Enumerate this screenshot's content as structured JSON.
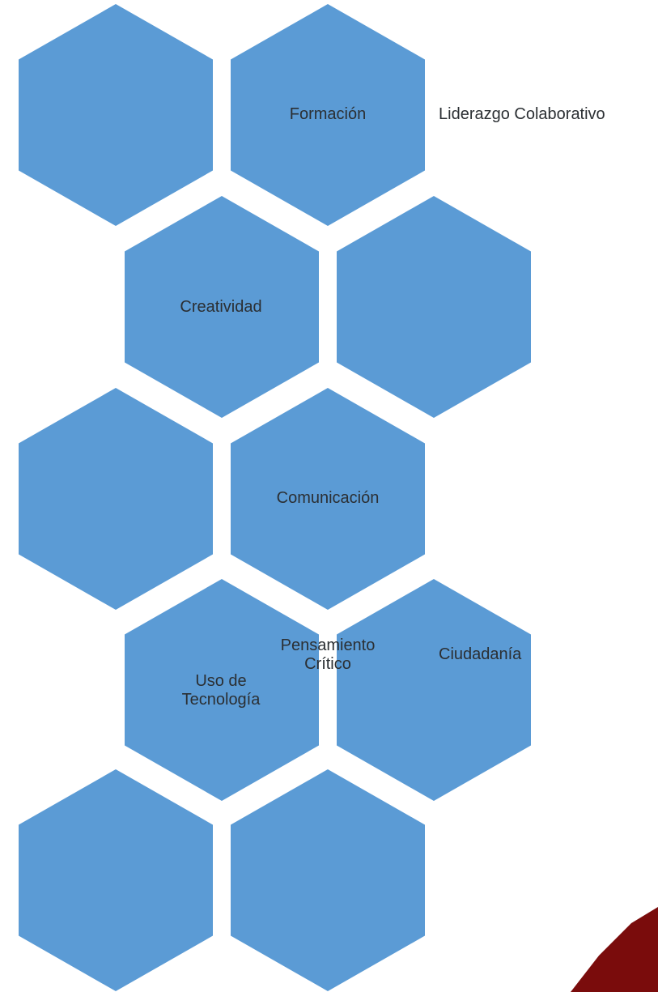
{
  "hex_fill": "#5b9bd5",
  "accent_dark_red": "#7a0c0c",
  "hexagons": [
    {
      "label": ""
    },
    {
      "label": "Formación"
    },
    {
      "label": "Creatividad"
    },
    {
      "label": ""
    },
    {
      "label": ""
    },
    {
      "label": "Comunicación"
    },
    {
      "label": "Uso de\nTecnología"
    },
    {
      "label": ""
    },
    {
      "label": ""
    },
    {
      "label": "Pensamiento\nCrítico"
    }
  ],
  "side_labels": {
    "top": "Liderazgo Colaborativo",
    "bottom": "Ciudadanía"
  }
}
